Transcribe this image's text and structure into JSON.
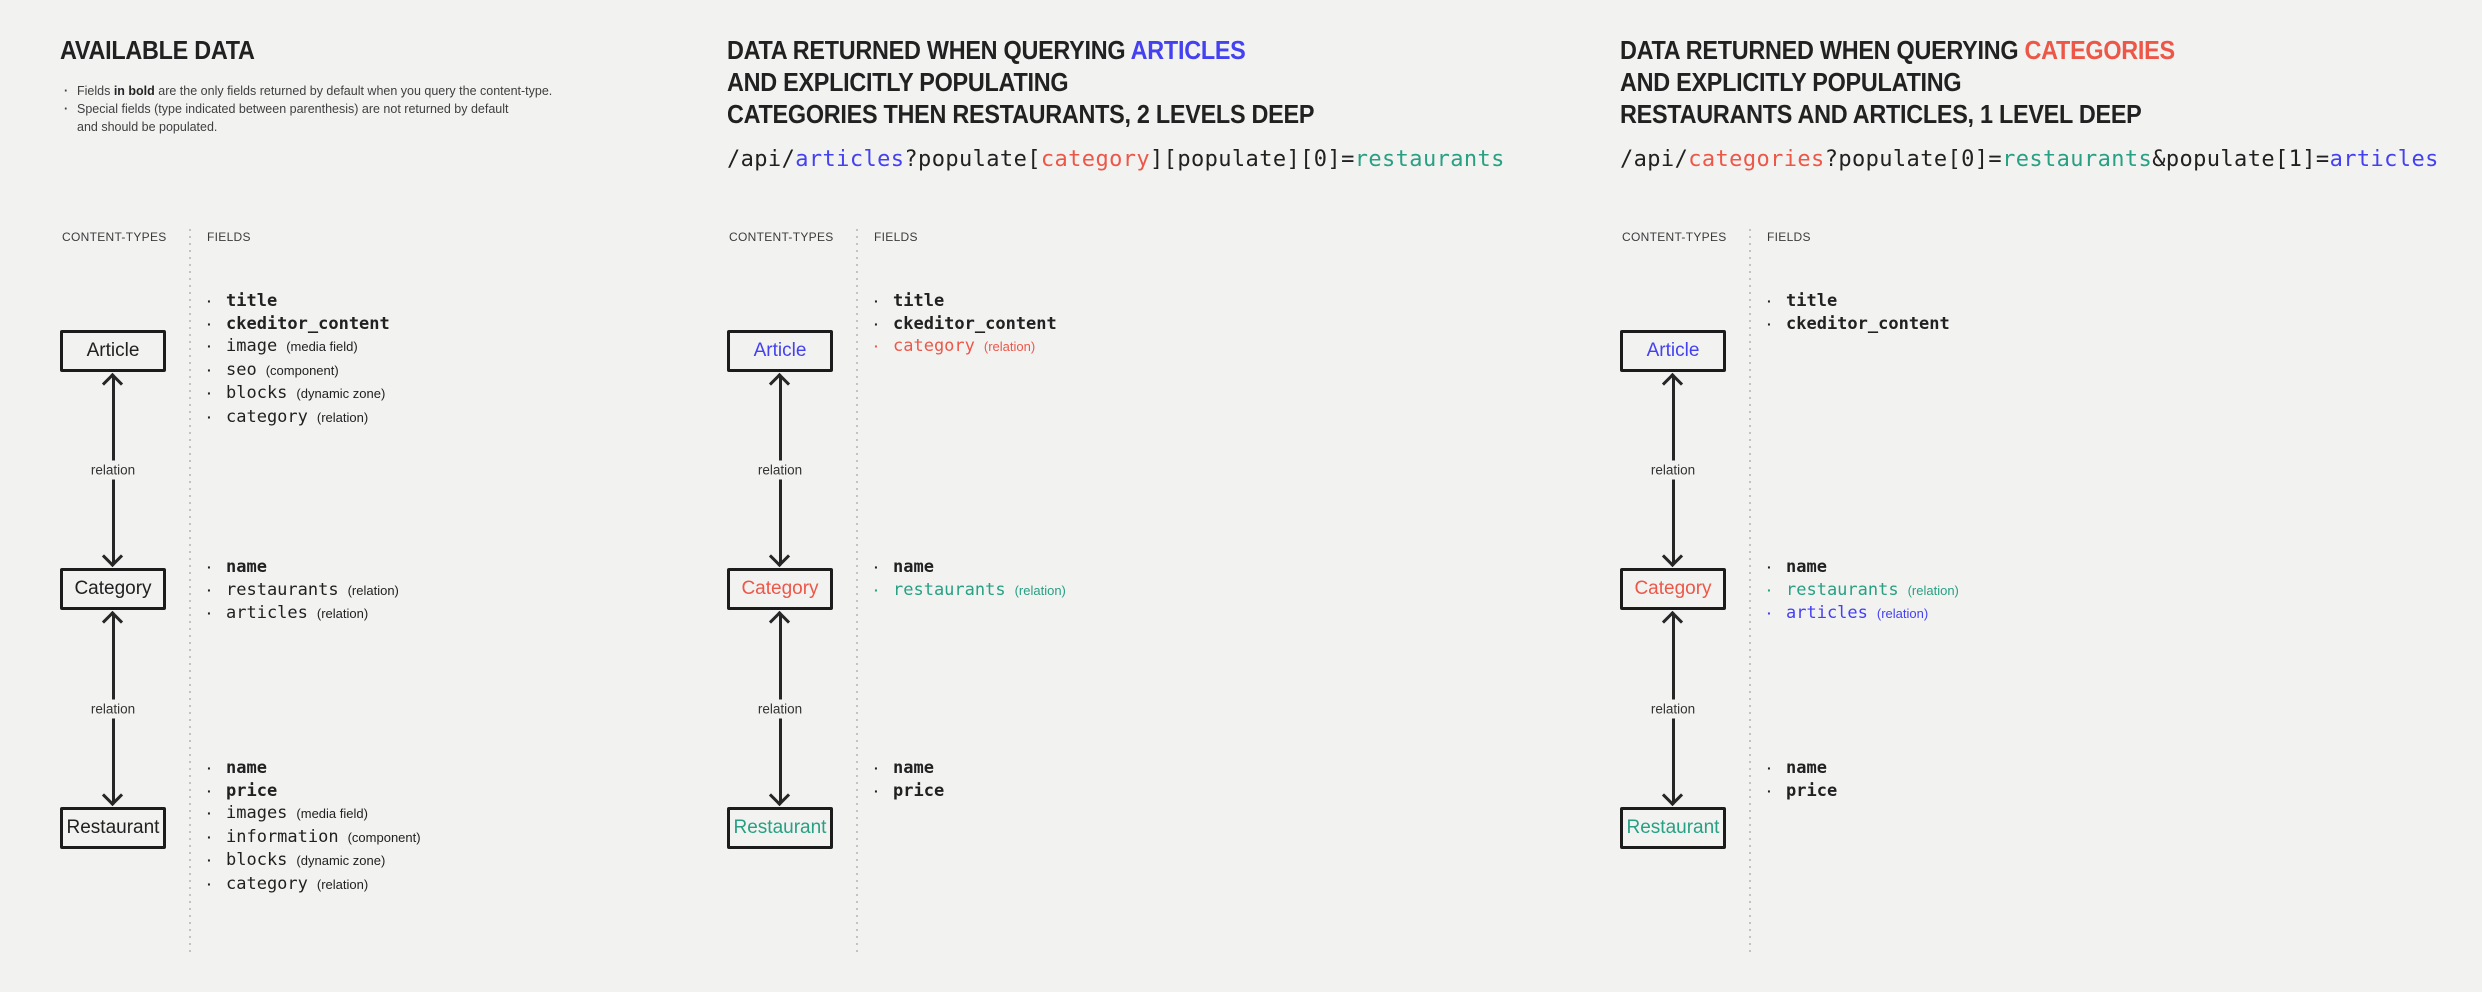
{
  "colors": {
    "bg": "#f2f2f1",
    "dark": "#212121",
    "blue": "#4441f0",
    "red": "#ed5748",
    "teal": "#27a083",
    "muted": "#3d3d3d"
  },
  "panels": [
    {
      "title_lines": [
        [
          {
            "t": "AVAILABLE DATA"
          }
        ]
      ],
      "notes": [
        {
          "segments": [
            {
              "t": "Fields "
            },
            {
              "t": "in bold",
              "bold": true
            },
            {
              "t": " are the only fields returned by default when you query the content-type."
            }
          ]
        },
        {
          "segments": [
            {
              "t": "Special fields (type indicated between parenthesis) are not returned by default",
              "br": true
            },
            {
              "t": "and should be populated."
            }
          ]
        }
      ],
      "api_segments": [],
      "column_labels": {
        "content_types": "CONTENT-TYPES",
        "fields": "FIELDS"
      },
      "relation_label": "relation",
      "nodes": [
        {
          "label": "Article",
          "color": "dark",
          "fields": [
            {
              "name": "title",
              "bold": true
            },
            {
              "name": "ckeditor_content",
              "bold": true
            },
            {
              "name": "image",
              "type_note": "(media field)"
            },
            {
              "name": "seo",
              "type_note": "(component)"
            },
            {
              "name": "blocks",
              "type_note": "(dynamic zone)"
            },
            {
              "name": "category",
              "type_note": "(relation)"
            }
          ]
        },
        {
          "label": "Category",
          "color": "dark",
          "fields": [
            {
              "name": "name",
              "bold": true
            },
            {
              "name": "restaurants",
              "type_note": "(relation)"
            },
            {
              "name": "articles",
              "type_note": "(relation)"
            }
          ]
        },
        {
          "label": "Restaurant",
          "color": "dark",
          "fields": [
            {
              "name": "name",
              "bold": true
            },
            {
              "name": "price",
              "bold": true
            },
            {
              "name": "images",
              "type_note": "(media field)"
            },
            {
              "name": "information",
              "type_note": "(component)"
            },
            {
              "name": "blocks",
              "type_note": "(dynamic zone)"
            },
            {
              "name": "category",
              "type_note": "(relation)"
            }
          ]
        }
      ]
    },
    {
      "title_lines": [
        [
          {
            "t": "DATA RETURNED WHEN QUERYING "
          },
          {
            "t": "ARTICLES",
            "color": "blue"
          }
        ],
        [
          {
            "t": "AND EXPLICITLY POPULATING"
          }
        ],
        [
          {
            "t": "CATEGORIES THEN RESTAURANTS, 2 LEVELS DEEP"
          }
        ]
      ],
      "notes": [],
      "api_segments": [
        {
          "t": "/api/"
        },
        {
          "t": "articles",
          "color": "blue"
        },
        {
          "t": "?populate["
        },
        {
          "t": "category",
          "color": "red"
        },
        {
          "t": "][populate][0]="
        },
        {
          "t": "restaurants",
          "color": "teal"
        }
      ],
      "column_labels": {
        "content_types": "CONTENT-TYPES",
        "fields": "FIELDS"
      },
      "relation_label": "relation",
      "nodes": [
        {
          "label": "Article",
          "color": "blue",
          "fields": [
            {
              "name": "title",
              "bold": true
            },
            {
              "name": "ckeditor_content",
              "bold": true
            },
            {
              "name": "category",
              "type_note": "(relation)",
              "color": "red"
            }
          ]
        },
        {
          "label": "Category",
          "color": "red",
          "fields": [
            {
              "name": "name",
              "bold": true
            },
            {
              "name": "restaurants",
              "type_note": "(relation)",
              "color": "teal"
            }
          ]
        },
        {
          "label": "Restaurant",
          "color": "teal",
          "fields": [
            {
              "name": "name",
              "bold": true
            },
            {
              "name": "price",
              "bold": true
            }
          ]
        }
      ]
    },
    {
      "title_lines": [
        [
          {
            "t": "DATA RETURNED WHEN QUERYING "
          },
          {
            "t": "CATEGORIES",
            "color": "red"
          }
        ],
        [
          {
            "t": "AND EXPLICITLY POPULATING"
          }
        ],
        [
          {
            "t": "RESTAURANTS AND ARTICLES, 1 LEVEL DEEP"
          }
        ]
      ],
      "notes": [],
      "api_segments": [
        {
          "t": "/api/"
        },
        {
          "t": "categories",
          "color": "red"
        },
        {
          "t": "?populate[0]="
        },
        {
          "t": "restaurants",
          "color": "teal"
        },
        {
          "t": "&populate[1]="
        },
        {
          "t": "articles",
          "color": "blue"
        }
      ],
      "column_labels": {
        "content_types": "CONTENT-TYPES",
        "fields": "FIELDS"
      },
      "relation_label": "relation",
      "nodes": [
        {
          "label": "Article",
          "color": "blue",
          "fields": [
            {
              "name": "title",
              "bold": true
            },
            {
              "name": "ckeditor_content",
              "bold": true
            }
          ]
        },
        {
          "label": "Category",
          "color": "red",
          "fields": [
            {
              "name": "name",
              "bold": true
            },
            {
              "name": "restaurants",
              "type_note": "(relation)",
              "color": "teal"
            },
            {
              "name": "articles",
              "type_note": "(relation)",
              "color": "blue"
            }
          ]
        },
        {
          "label": "Restaurant",
          "color": "teal",
          "fields": [
            {
              "name": "name",
              "bold": true
            },
            {
              "name": "price",
              "bold": true
            }
          ]
        }
      ]
    }
  ]
}
